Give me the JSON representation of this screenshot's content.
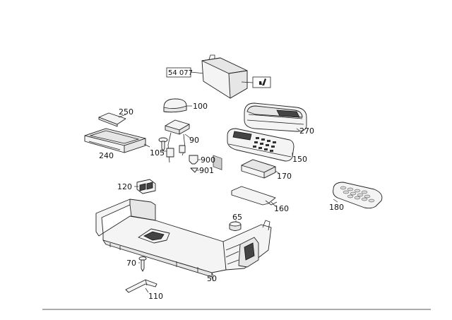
{
  "labels": {
    "l54077": "54 077",
    "l100": "100",
    "l250": "250",
    "l240": "240",
    "l90": "90",
    "l105": "105",
    "l900": "900",
    "l901": "901",
    "l270": "270",
    "l150": "150",
    "l170": "170",
    "l160": "160",
    "l180": "180",
    "l120": "120",
    "l65": "65",
    "l70": "70",
    "l50": "50",
    "l110": "110"
  },
  "colors": {
    "stroke": "#222222",
    "fill_light": "#f4f4f4",
    "fill_mid": "#e6e6e6",
    "dark": "#444444"
  },
  "icons": [
    "seat-symbol-icon"
  ]
}
